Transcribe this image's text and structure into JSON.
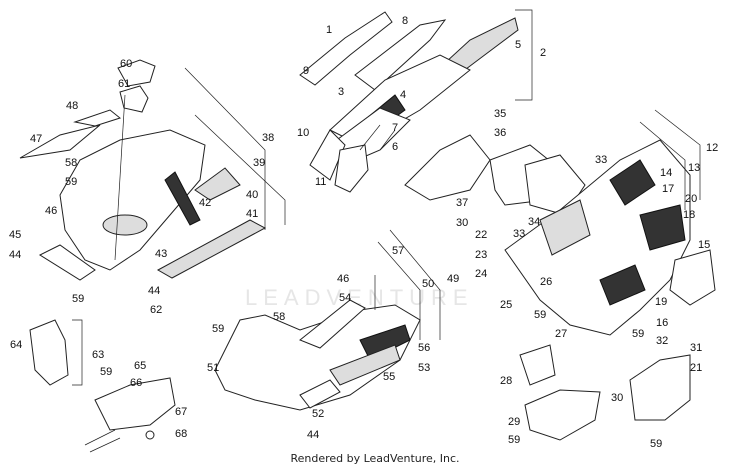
{
  "footer": "Rendered by LeadVenture, Inc.",
  "watermark": "LEADVENTURE",
  "callouts": [
    {
      "id": "c1",
      "text": "1"
    },
    {
      "id": "c2",
      "text": "2"
    },
    {
      "id": "c3",
      "text": "3"
    },
    {
      "id": "c4",
      "text": "4"
    },
    {
      "id": "c5",
      "text": "5"
    },
    {
      "id": "c6",
      "text": "6"
    },
    {
      "id": "c7",
      "text": "7"
    },
    {
      "id": "c8",
      "text": "8"
    },
    {
      "id": "c9",
      "text": "9"
    },
    {
      "id": "c10",
      "text": "10"
    },
    {
      "id": "c11",
      "text": "11"
    },
    {
      "id": "c12",
      "text": "12"
    },
    {
      "id": "c13",
      "text": "13"
    },
    {
      "id": "c14",
      "text": "14"
    },
    {
      "id": "c15",
      "text": "15"
    },
    {
      "id": "c16",
      "text": "16"
    },
    {
      "id": "c17",
      "text": "17"
    },
    {
      "id": "c18",
      "text": "18"
    },
    {
      "id": "c19",
      "text": "19"
    },
    {
      "id": "c20",
      "text": "20"
    },
    {
      "id": "c21",
      "text": "21"
    },
    {
      "id": "c22",
      "text": "22"
    },
    {
      "id": "c23",
      "text": "23"
    },
    {
      "id": "c24",
      "text": "24"
    },
    {
      "id": "c25",
      "text": "25"
    },
    {
      "id": "c26",
      "text": "26"
    },
    {
      "id": "c27",
      "text": "27"
    },
    {
      "id": "c28",
      "text": "28"
    },
    {
      "id": "c29",
      "text": "29"
    },
    {
      "id": "c30a",
      "text": "30"
    },
    {
      "id": "c30b",
      "text": "30"
    },
    {
      "id": "c31",
      "text": "31"
    },
    {
      "id": "c32",
      "text": "32"
    },
    {
      "id": "c33a",
      "text": "33"
    },
    {
      "id": "c33b",
      "text": "33"
    },
    {
      "id": "c34",
      "text": "34"
    },
    {
      "id": "c35",
      "text": "35"
    },
    {
      "id": "c36",
      "text": "36"
    },
    {
      "id": "c37",
      "text": "37"
    },
    {
      "id": "c38",
      "text": "38"
    },
    {
      "id": "c39",
      "text": "39"
    },
    {
      "id": "c40",
      "text": "40"
    },
    {
      "id": "c41",
      "text": "41"
    },
    {
      "id": "c42",
      "text": "42"
    },
    {
      "id": "c43",
      "text": "43"
    },
    {
      "id": "c44a",
      "text": "44"
    },
    {
      "id": "c44b",
      "text": "44"
    },
    {
      "id": "c44c",
      "text": "44"
    },
    {
      "id": "c45",
      "text": "45"
    },
    {
      "id": "c46a",
      "text": "46"
    },
    {
      "id": "c46b",
      "text": "46"
    },
    {
      "id": "c47",
      "text": "47"
    },
    {
      "id": "c48",
      "text": "48"
    },
    {
      "id": "c49",
      "text": "49"
    },
    {
      "id": "c50",
      "text": "50"
    },
    {
      "id": "c51",
      "text": "51"
    },
    {
      "id": "c52",
      "text": "52"
    },
    {
      "id": "c53",
      "text": "53"
    },
    {
      "id": "c54",
      "text": "54"
    },
    {
      "id": "c55",
      "text": "55"
    },
    {
      "id": "c56",
      "text": "56"
    },
    {
      "id": "c57",
      "text": "57"
    },
    {
      "id": "c58a",
      "text": "58"
    },
    {
      "id": "c58b",
      "text": "58"
    },
    {
      "id": "c59a",
      "text": "59"
    },
    {
      "id": "c59b",
      "text": "59"
    },
    {
      "id": "c59c",
      "text": "59"
    },
    {
      "id": "c59d",
      "text": "59"
    },
    {
      "id": "c59e",
      "text": "59"
    },
    {
      "id": "c59f",
      "text": "59"
    },
    {
      "id": "c59g",
      "text": "59"
    },
    {
      "id": "c59h",
      "text": "59"
    },
    {
      "id": "c60",
      "text": "60"
    },
    {
      "id": "c61",
      "text": "61"
    },
    {
      "id": "c62",
      "text": "62"
    },
    {
      "id": "c63",
      "text": "63"
    },
    {
      "id": "c64",
      "text": "64"
    },
    {
      "id": "c65",
      "text": "65"
    },
    {
      "id": "c66",
      "text": "66"
    },
    {
      "id": "c67",
      "text": "67"
    },
    {
      "id": "c68",
      "text": "68"
    }
  ]
}
